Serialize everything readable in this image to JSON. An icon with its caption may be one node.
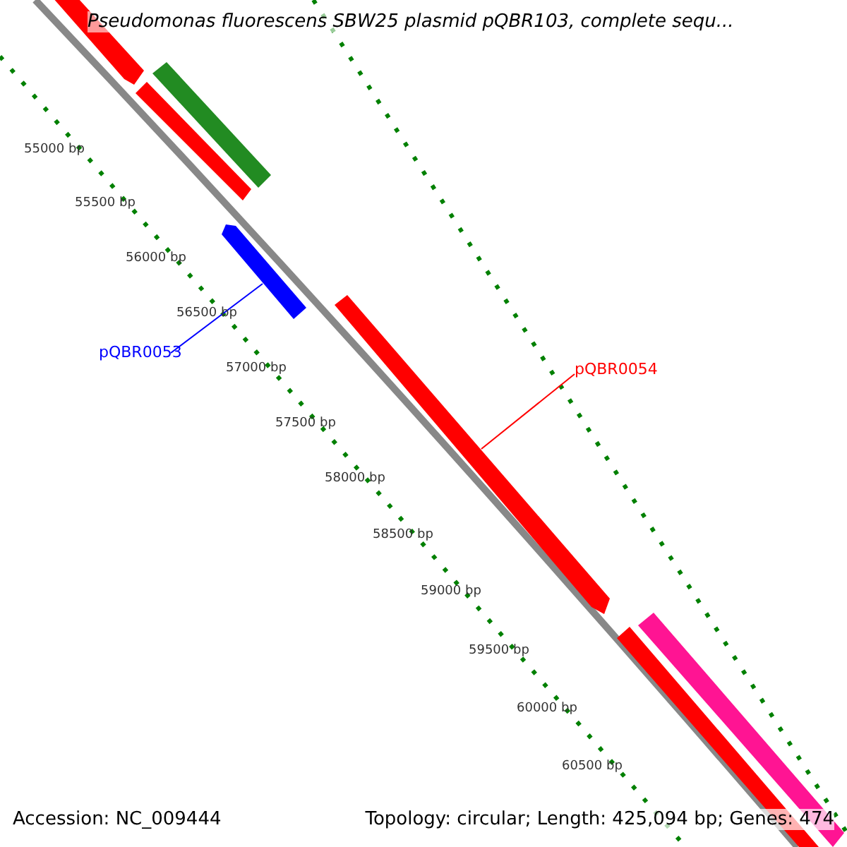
{
  "diagram": {
    "title": "Pseudomonas fluorescens SBW25 plasmid pQBR103, complete sequ...",
    "nodes": [
      {
        "text": [
          "pQBR0053"
        ]
      },
      {
        "text": [],
        "shape": "bar"
      },
      {
        "text": [
          "pQBR0054"
        ]
      },
      {
        "text": [],
        "shape": "bar"
      }
    ],
    "edges": [
      {
        "from": 0,
        "to": 1,
        "arrow": "none",
        "color": "#0000ff"
      },
      {
        "from": 2,
        "to": 3,
        "arrow": "none",
        "color": "#ff0000"
      }
    ],
    "labels": [
      "55000 bp",
      "55500 bp",
      "56000 bp",
      "56500 bp",
      "57000 bp",
      "57500 bp",
      "58000 bp",
      "58500 bp",
      "59000 bp",
      "59500 bp",
      "60000 bp",
      "60500 bp",
      "Accession: NC_009444",
      "Topology: circular; Length: 425,094 bp; Genes: 474"
    ]
  }
}
